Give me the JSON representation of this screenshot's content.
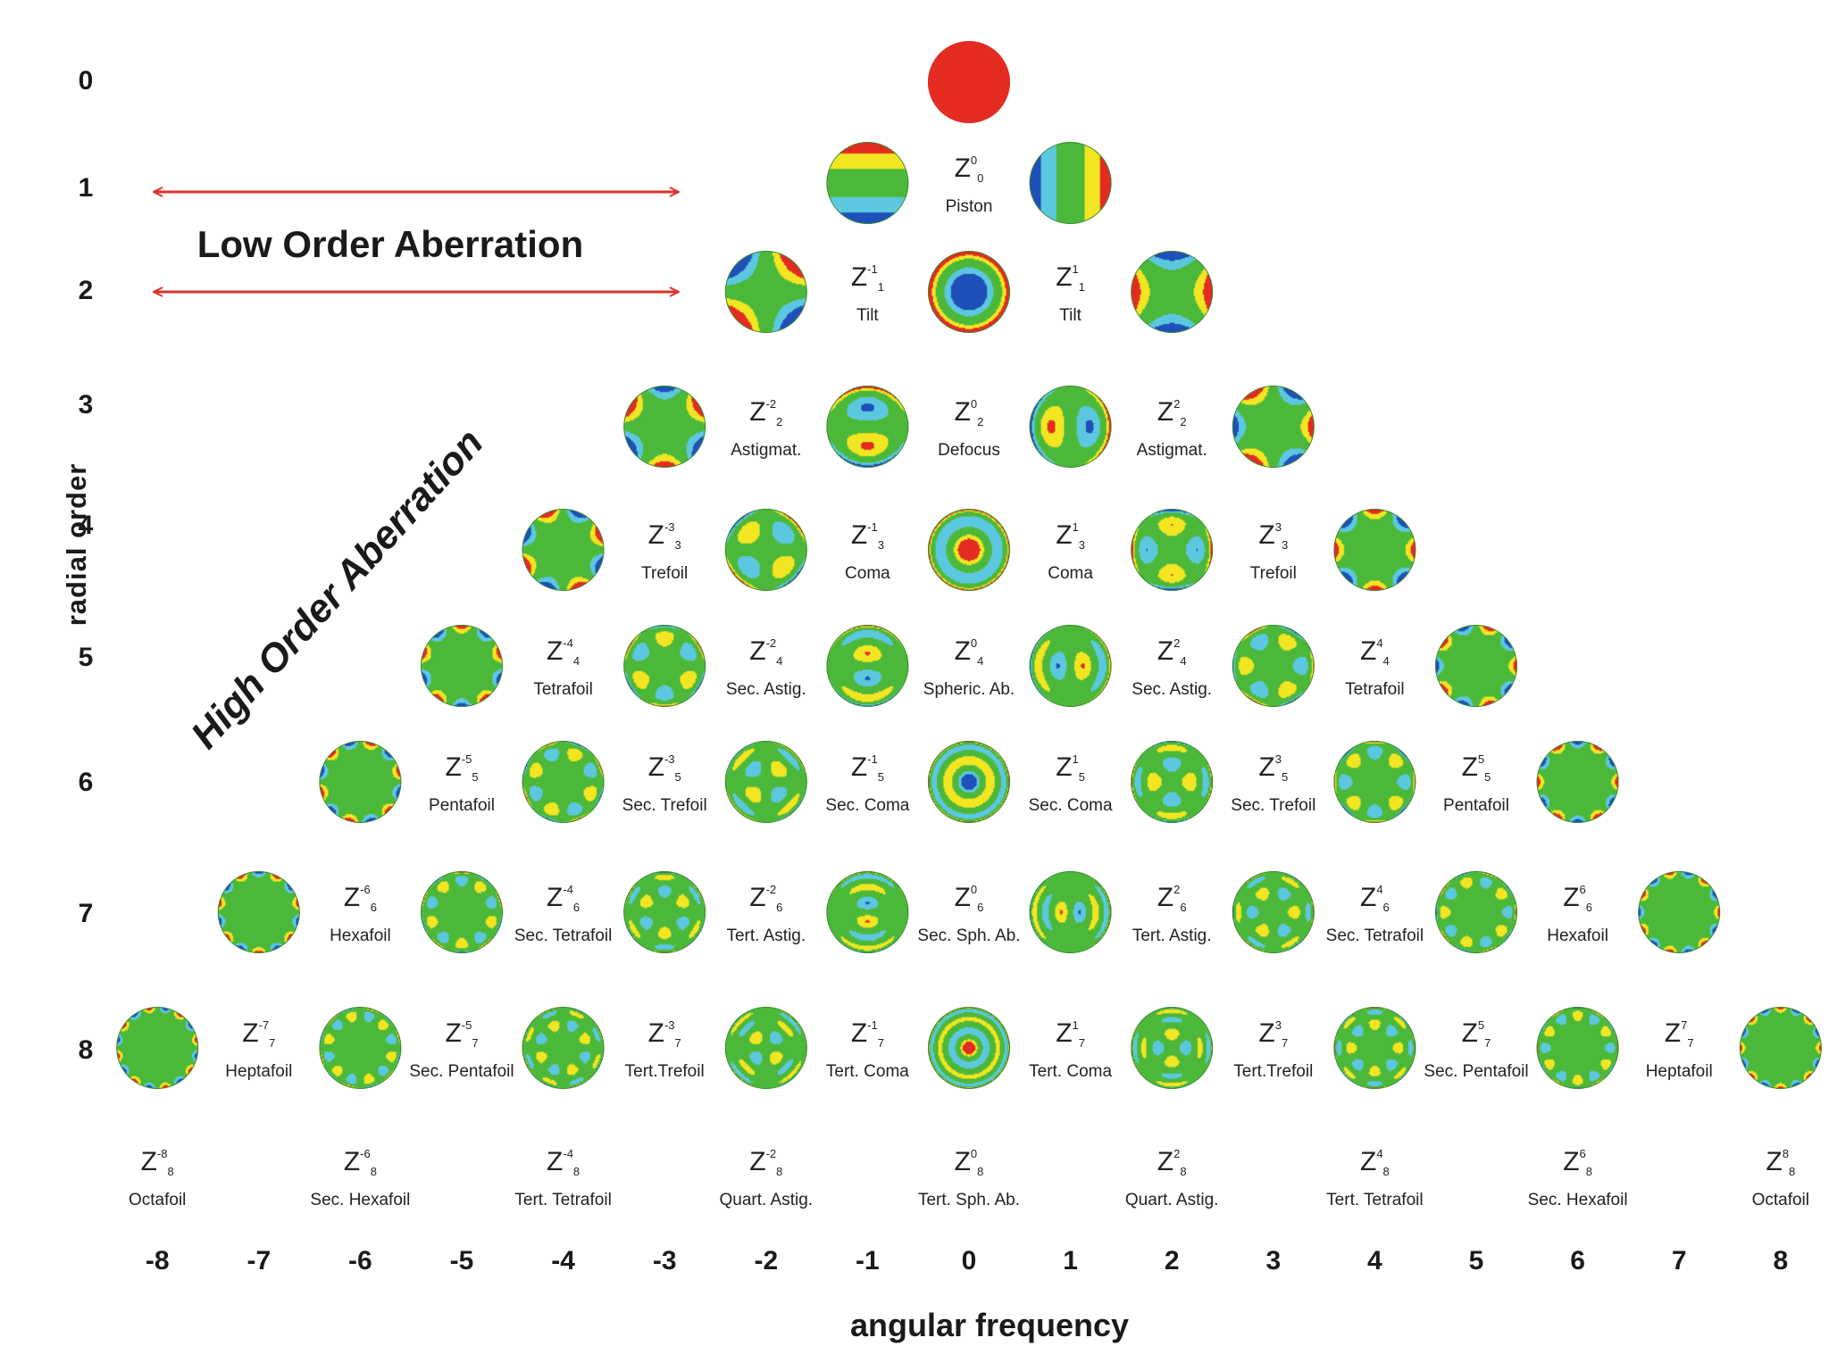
{
  "y_axis": {
    "label": "radial order",
    "ticks": [
      "0",
      "1",
      "2",
      "3",
      "4",
      "5",
      "6",
      "7",
      "8"
    ]
  },
  "x_axis": {
    "label": "angular frequency",
    "ticks": [
      "-8",
      "-7",
      "-6",
      "-5",
      "-4",
      "-3",
      "-2",
      "-1",
      "0",
      "1",
      "2",
      "3",
      "4",
      "5",
      "6",
      "7",
      "8"
    ]
  },
  "annotations": {
    "low_order": "Low Order Aberration",
    "high_order": "High Order Aberration",
    "arrow_color": "#d9342b"
  },
  "colormap": [
    "#1f4fb8",
    "#5cc8e0",
    "#4cb83a",
    "#f2e521",
    "#e32b22"
  ],
  "zernike_labels": [
    {
      "row": 1,
      "m": 0,
      "symbol": "Z",
      "sup": "0",
      "sub": "0",
      "name": "Piston"
    },
    {
      "row": 2,
      "m": -1,
      "symbol": "Z",
      "sup": "-1",
      "sub": "1",
      "name": "Tilt"
    },
    {
      "row": 2,
      "m": 1,
      "symbol": "Z",
      "sup": "1",
      "sub": "1",
      "name": "Tilt"
    },
    {
      "row": 3,
      "m": -2,
      "symbol": "Z",
      "sup": "-2",
      "sub": "2",
      "name": "Astigmat."
    },
    {
      "row": 3,
      "m": 0,
      "symbol": "Z",
      "sup": "0",
      "sub": "2",
      "name": "Defocus"
    },
    {
      "row": 3,
      "m": 2,
      "symbol": "Z",
      "sup": "2",
      "sub": "2",
      "name": "Astigmat."
    },
    {
      "row": 4,
      "m": -3,
      "symbol": "Z",
      "sup": "-3",
      "sub": "3",
      "name": "Trefoil"
    },
    {
      "row": 4,
      "m": -1,
      "symbol": "Z",
      "sup": "-1",
      "sub": "3",
      "name": "Coma"
    },
    {
      "row": 4,
      "m": 1,
      "symbol": "Z",
      "sup": "1",
      "sub": "3",
      "name": "Coma"
    },
    {
      "row": 4,
      "m": 3,
      "symbol": "Z",
      "sup": "3",
      "sub": "3",
      "name": "Trefoil"
    },
    {
      "row": 5,
      "m": -4,
      "symbol": "Z",
      "sup": "-4",
      "sub": "4",
      "name": "Tetrafoil"
    },
    {
      "row": 5,
      "m": -2,
      "symbol": "Z",
      "sup": "-2",
      "sub": "4",
      "name": "Sec. Astig."
    },
    {
      "row": 5,
      "m": 0,
      "symbol": "Z",
      "sup": "0",
      "sub": "4",
      "name": "Spheric. Ab."
    },
    {
      "row": 5,
      "m": 2,
      "symbol": "Z",
      "sup": "2",
      "sub": "4",
      "name": "Sec. Astig."
    },
    {
      "row": 5,
      "m": 4,
      "symbol": "Z",
      "sup": "4",
      "sub": "4",
      "name": "Tetrafoil"
    },
    {
      "row": 6,
      "m": -5,
      "symbol": "Z",
      "sup": "-5",
      "sub": "5",
      "name": "Pentafoil"
    },
    {
      "row": 6,
      "m": -3,
      "symbol": "Z",
      "sup": "-3",
      "sub": "5",
      "name": "Sec. Trefoil"
    },
    {
      "row": 6,
      "m": -1,
      "symbol": "Z",
      "sup": "-1",
      "sub": "5",
      "name": "Sec. Coma"
    },
    {
      "row": 6,
      "m": 1,
      "symbol": "Z",
      "sup": "1",
      "sub": "5",
      "name": "Sec. Coma"
    },
    {
      "row": 6,
      "m": 3,
      "symbol": "Z",
      "sup": "3",
      "sub": "5",
      "name": "Sec. Trefoil"
    },
    {
      "row": 6,
      "m": 5,
      "symbol": "Z",
      "sup": "5",
      "sub": "5",
      "name": "Pentafoil"
    },
    {
      "row": 7,
      "m": -6,
      "symbol": "Z",
      "sup": "-6",
      "sub": "6",
      "name": "Hexafoil"
    },
    {
      "row": 7,
      "m": -4,
      "symbol": "Z",
      "sup": "-4",
      "sub": "6",
      "name": "Sec. Tetrafoil"
    },
    {
      "row": 7,
      "m": -2,
      "symbol": "Z",
      "sup": "-2",
      "sub": "6",
      "name": "Tert. Astig."
    },
    {
      "row": 7,
      "m": 0,
      "symbol": "Z",
      "sup": "0",
      "sub": "6",
      "name": "Sec. Sph. Ab."
    },
    {
      "row": 7,
      "m": 2,
      "symbol": "Z",
      "sup": "2",
      "sub": "6",
      "name": "Tert. Astig."
    },
    {
      "row": 7,
      "m": 4,
      "symbol": "Z",
      "sup": "4",
      "sub": "6",
      "name": "Sec. Tetrafoil"
    },
    {
      "row": 7,
      "m": 6,
      "symbol": "Z",
      "sup": "6",
      "sub": "6",
      "name": "Hexafoil"
    },
    {
      "row": 8,
      "m": -7,
      "symbol": "Z",
      "sup": "-7",
      "sub": "7",
      "name": "Heptafoil"
    },
    {
      "row": 8,
      "m": -5,
      "symbol": "Z",
      "sup": "-5",
      "sub": "7",
      "name": "Sec. Pentafoil"
    },
    {
      "row": 8,
      "m": -3,
      "symbol": "Z",
      "sup": "-3",
      "sub": "7",
      "name": "Tert.Trefoil"
    },
    {
      "row": 8,
      "m": -1,
      "symbol": "Z",
      "sup": "-1",
      "sub": "7",
      "name": "Tert. Coma"
    },
    {
      "row": 8,
      "m": 1,
      "symbol": "Z",
      "sup": "1",
      "sub": "7",
      "name": "Tert. Coma"
    },
    {
      "row": 8,
      "m": 3,
      "symbol": "Z",
      "sup": "3",
      "sub": "7",
      "name": "Tert.Trefoil"
    },
    {
      "row": 8,
      "m": 5,
      "symbol": "Z",
      "sup": "5",
      "sub": "7",
      "name": "Sec. Pentafoil"
    },
    {
      "row": 8,
      "m": 7,
      "symbol": "Z",
      "sup": "7",
      "sub": "7",
      "name": "Heptafoil"
    },
    {
      "row": 9,
      "m": -8,
      "symbol": "Z",
      "sup": "-8",
      "sub": "8",
      "name": "Octafoil"
    },
    {
      "row": 9,
      "m": -6,
      "symbol": "Z",
      "sup": "-6",
      "sub": "8",
      "name": "Sec. Hexafoil"
    },
    {
      "row": 9,
      "m": -4,
      "symbol": "Z",
      "sup": "-4",
      "sub": "8",
      "name": "Tert. Tetrafoil"
    },
    {
      "row": 9,
      "m": -2,
      "symbol": "Z",
      "sup": "-2",
      "sub": "8",
      "name": "Quart. Astig."
    },
    {
      "row": 9,
      "m": 0,
      "symbol": "Z",
      "sup": "0",
      "sub": "8",
      "name": "Tert. Sph. Ab."
    },
    {
      "row": 9,
      "m": 2,
      "symbol": "Z",
      "sup": "2",
      "sub": "8",
      "name": "Quart. Astig."
    },
    {
      "row": 9,
      "m": 4,
      "symbol": "Z",
      "sup": "4",
      "sub": "8",
      "name": "Tert. Tetrafoil"
    },
    {
      "row": 9,
      "m": 6,
      "symbol": "Z",
      "sup": "6",
      "sub": "8",
      "name": "Sec. Hexafoil"
    },
    {
      "row": 9,
      "m": 8,
      "symbol": "Z",
      "sup": "8",
      "sub": "8",
      "name": "Octafoil"
    }
  ],
  "circles": [
    {
      "n": 0,
      "m": 0,
      "icon": "piston-map-icon"
    },
    {
      "n": 1,
      "m": -1,
      "icon": "tilt-map-icon"
    },
    {
      "n": 1,
      "m": 1,
      "icon": "tilt-map-icon"
    },
    {
      "n": 2,
      "m": -2,
      "icon": "astigmatism-map-icon"
    },
    {
      "n": 2,
      "m": 0,
      "icon": "defocus-map-icon"
    },
    {
      "n": 2,
      "m": 2,
      "icon": "astigmatism-map-icon"
    },
    {
      "n": 3,
      "m": -3,
      "icon": "trefoil-map-icon"
    },
    {
      "n": 3,
      "m": -1,
      "icon": "coma-map-icon"
    },
    {
      "n": 3,
      "m": 1,
      "icon": "coma-map-icon"
    },
    {
      "n": 3,
      "m": 3,
      "icon": "trefoil-map-icon"
    },
    {
      "n": 4,
      "m": -4,
      "icon": "tetrafoil-map-icon"
    },
    {
      "n": 4,
      "m": -2,
      "icon": "secondary-astigmatism-map-icon"
    },
    {
      "n": 4,
      "m": 0,
      "icon": "spherical-aberration-map-icon"
    },
    {
      "n": 4,
      "m": 2,
      "icon": "secondary-astigmatism-map-icon"
    },
    {
      "n": 4,
      "m": 4,
      "icon": "tetrafoil-map-icon"
    },
    {
      "n": 5,
      "m": -5,
      "icon": "pentafoil-map-icon"
    },
    {
      "n": 5,
      "m": -3,
      "icon": "secondary-trefoil-map-icon"
    },
    {
      "n": 5,
      "m": -1,
      "icon": "secondary-coma-map-icon"
    },
    {
      "n": 5,
      "m": 1,
      "icon": "secondary-coma-map-icon"
    },
    {
      "n": 5,
      "m": 3,
      "icon": "secondary-trefoil-map-icon"
    },
    {
      "n": 5,
      "m": 5,
      "icon": "pentafoil-map-icon"
    },
    {
      "n": 6,
      "m": -6,
      "icon": "hexafoil-map-icon"
    },
    {
      "n": 6,
      "m": -4,
      "icon": "secondary-tetrafoil-map-icon"
    },
    {
      "n": 6,
      "m": -2,
      "icon": "tertiary-astigmatism-map-icon"
    },
    {
      "n": 6,
      "m": 0,
      "icon": "secondary-spherical-map-icon"
    },
    {
      "n": 6,
      "m": 2,
      "icon": "tertiary-astigmatism-map-icon"
    },
    {
      "n": 6,
      "m": 4,
      "icon": "secondary-tetrafoil-map-icon"
    },
    {
      "n": 6,
      "m": 6,
      "icon": "hexafoil-map-icon"
    },
    {
      "n": 7,
      "m": -7,
      "icon": "heptafoil-map-icon"
    },
    {
      "n": 7,
      "m": -5,
      "icon": "secondary-pentafoil-map-icon"
    },
    {
      "n": 7,
      "m": -3,
      "icon": "tertiary-trefoil-map-icon"
    },
    {
      "n": 7,
      "m": -1,
      "icon": "tertiary-coma-map-icon"
    },
    {
      "n": 7,
      "m": 1,
      "icon": "tertiary-coma-map-icon"
    },
    {
      "n": 7,
      "m": 3,
      "icon": "tertiary-trefoil-map-icon"
    },
    {
      "n": 7,
      "m": 5,
      "icon": "secondary-pentafoil-map-icon"
    },
    {
      "n": 7,
      "m": 7,
      "icon": "heptafoil-map-icon"
    },
    {
      "n": 8,
      "m": -8,
      "icon": "octafoil-map-icon"
    },
    {
      "n": 8,
      "m": -6,
      "icon": "secondary-hexafoil-map-icon"
    },
    {
      "n": 8,
      "m": -4,
      "icon": "tertiary-tetrafoil-map-icon"
    },
    {
      "n": 8,
      "m": -2,
      "icon": "quartary-astigmatism-map-icon"
    },
    {
      "n": 8,
      "m": 0,
      "icon": "tertiary-spherical-map-icon"
    },
    {
      "n": 8,
      "m": 2,
      "icon": "quartary-astigmatism-map-icon"
    },
    {
      "n": 8,
      "m": 4,
      "icon": "tertiary-tetrafoil-map-icon"
    },
    {
      "n": 8,
      "m": 6,
      "icon": "secondary-hexafoil-map-icon"
    },
    {
      "n": 8,
      "m": 8,
      "icon": "octafoil-map-icon"
    }
  ]
}
